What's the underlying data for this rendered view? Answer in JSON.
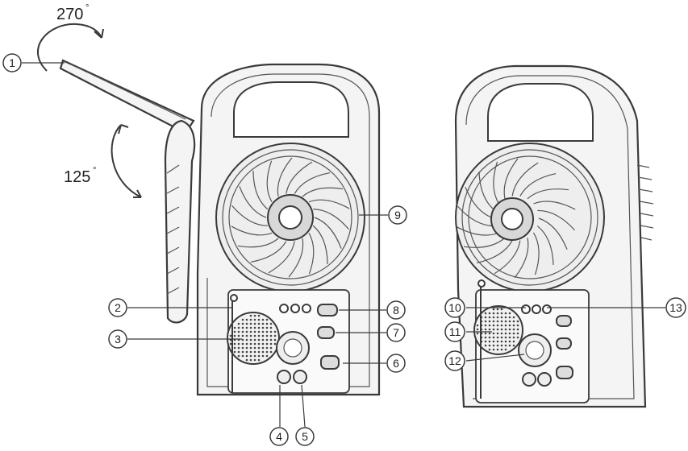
{
  "angles": {
    "top": {
      "value": "270",
      "unit": "°"
    },
    "side": {
      "value": "125",
      "unit": "°"
    }
  },
  "callouts": [
    "1",
    "2",
    "3",
    "4",
    "5",
    "6",
    "7",
    "8",
    "9",
    "10",
    "11",
    "12",
    "13"
  ]
}
